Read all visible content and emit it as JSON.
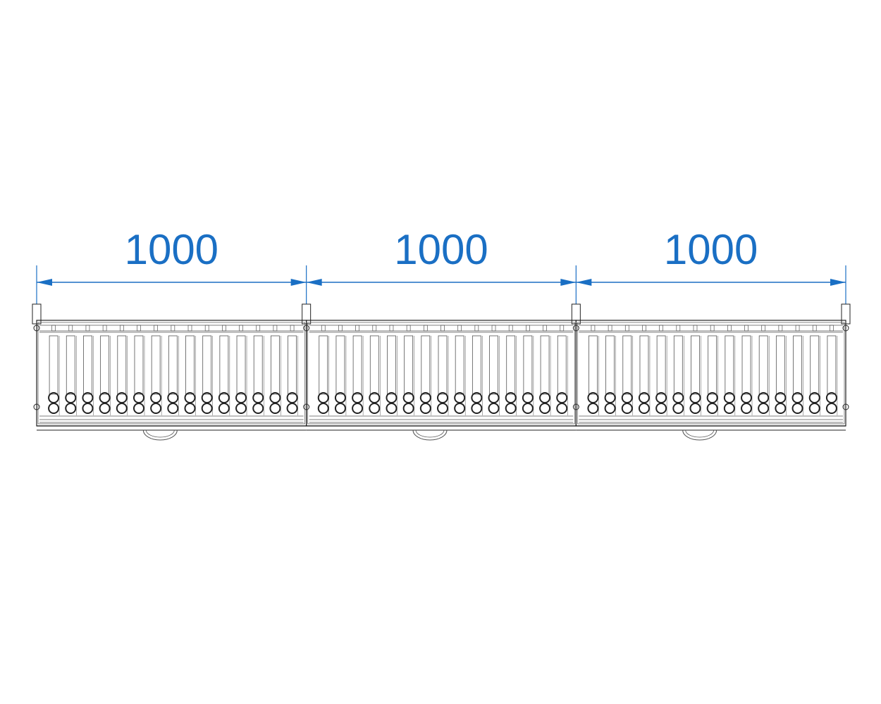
{
  "dimensions": [
    {
      "label": "1000"
    },
    {
      "label": "1000"
    },
    {
      "label": "1000"
    }
  ],
  "panel_count": 3,
  "bars_per_panel": 15,
  "colors": {
    "dimension": "#1a6fc4",
    "outline": "#222222",
    "detail": "#555555",
    "background": "#ffffff"
  }
}
